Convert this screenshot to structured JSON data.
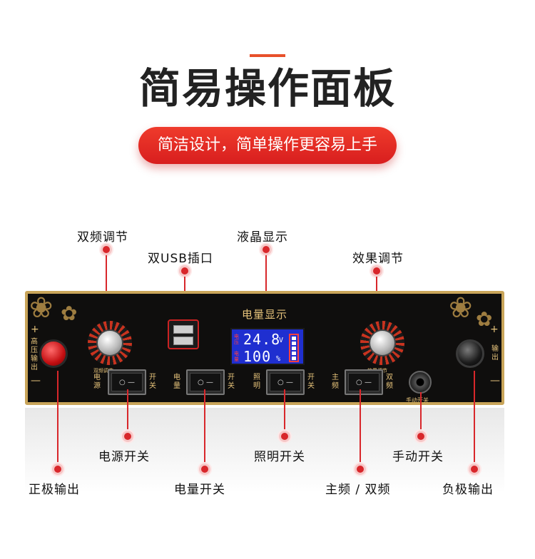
{
  "header": {
    "title": "简易操作面板",
    "subtitle": "简洁设计，简单操作更容易上手"
  },
  "callouts": {
    "dual_freq_adjust": "双频调节",
    "dual_usb": "双USB插口",
    "lcd_display": "液晶显示",
    "effect_adjust": "效果调节",
    "power_switch": "电源开关",
    "light_switch": "照明开关",
    "manual_switch": "手动开关",
    "positive_output": "正极输出",
    "battery_switch": "电量开关",
    "main_dual_freq": "主频 / 双频",
    "negative_output": "负极输出"
  },
  "panel": {
    "heading": "电量显示",
    "hv_output": "高压输出",
    "output": "输出",
    "plus": "+",
    "minus": "—",
    "knob_left_label": "双频调节",
    "knob_right_label": "效果调节",
    "manual_label": "手动开关",
    "lcd": {
      "voltage_tag": "电压",
      "voltage_value": "24.8",
      "voltage_unit": "V",
      "battery_tag": "电量",
      "battery_value": "100",
      "battery_unit": "%"
    },
    "switches": [
      {
        "left": "电源",
        "right": "开关",
        "rocker": "○ —"
      },
      {
        "left": "电量",
        "right": "开关",
        "rocker": "○ —"
      },
      {
        "left": "照明",
        "right": "开关",
        "rocker": "○ —"
      },
      {
        "left": "主频",
        "right": "双频",
        "rocker": "○ —"
      }
    ]
  },
  "colors": {
    "accent_red": "#d8272b",
    "panel_gold": "#c9a55a",
    "panel_black": "#0f0e0d",
    "lcd_blue": "#1f2fd0"
  }
}
